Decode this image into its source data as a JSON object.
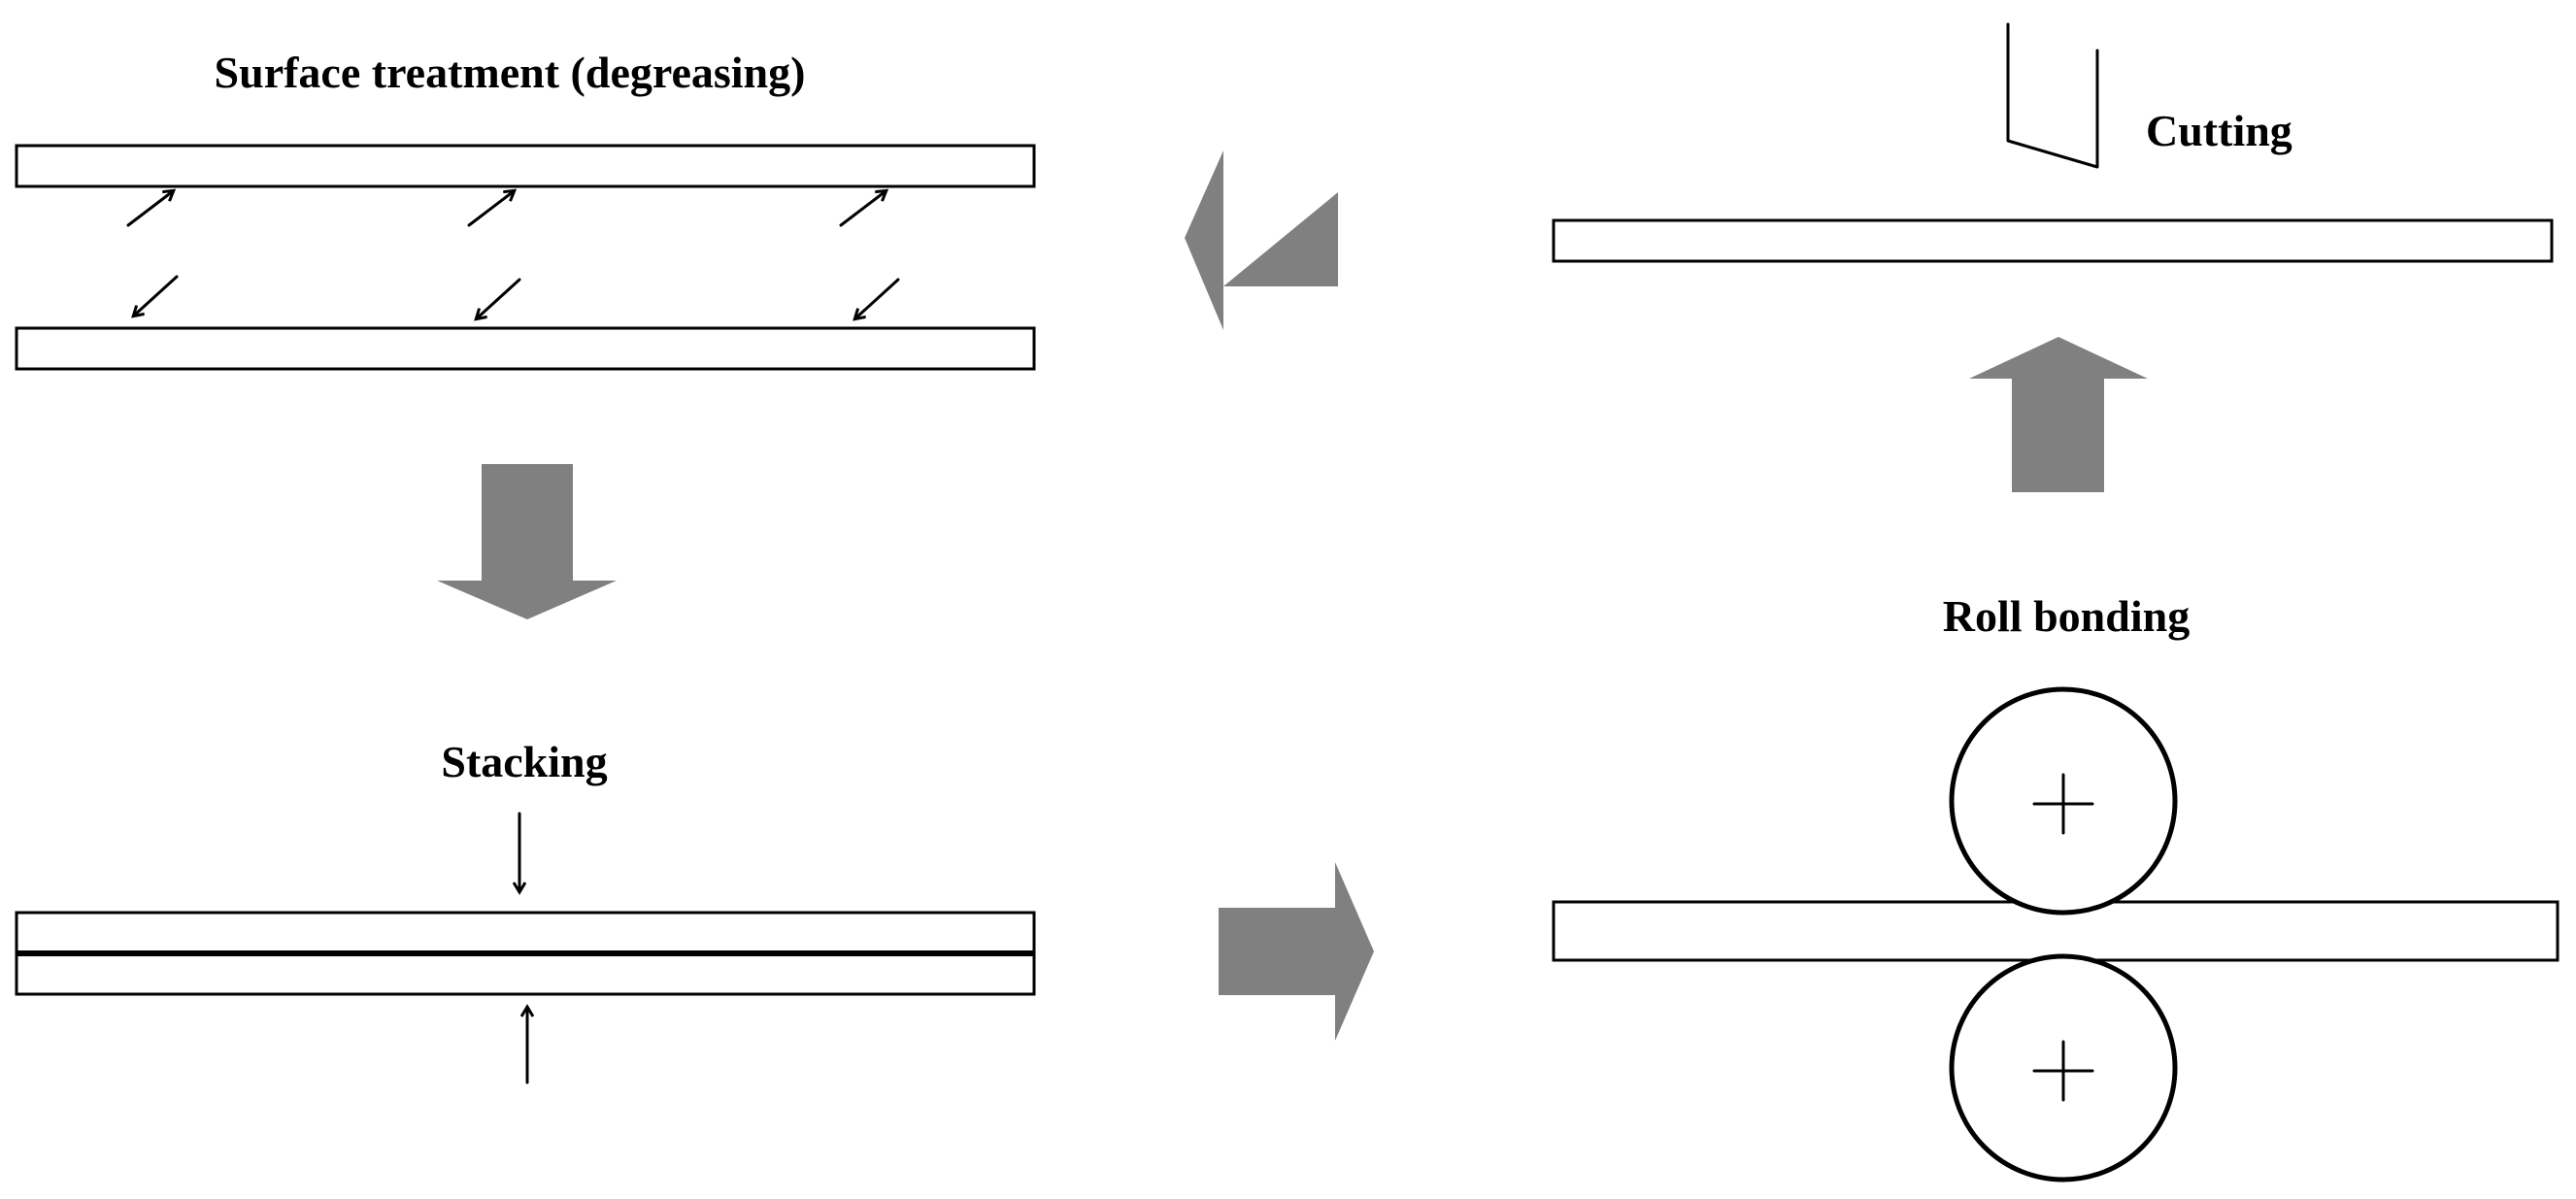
{
  "steps": {
    "surface_treatment": "Surface treatment (degreasing)",
    "stacking": "Stacking",
    "roll_bonding": "Roll bonding",
    "cutting": "Cutting"
  },
  "colors": {
    "flow_arrow": "#808080",
    "outline": "#000000",
    "background": "#ffffff"
  }
}
